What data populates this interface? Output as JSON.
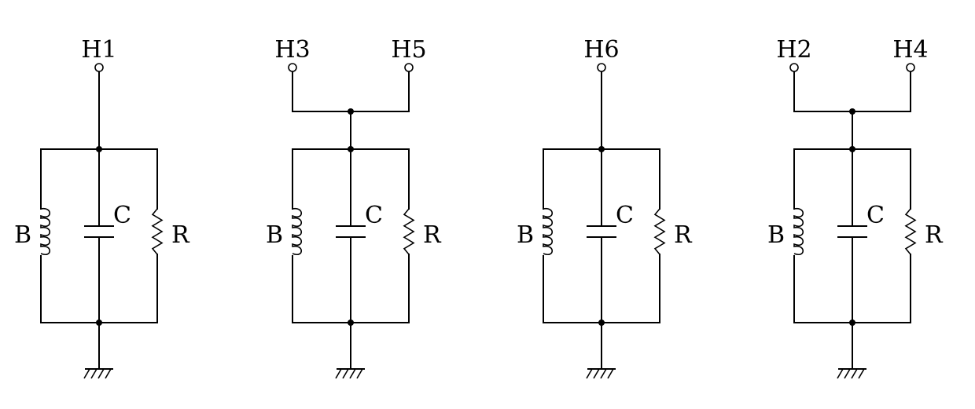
{
  "circuits": [
    {
      "terminals": [
        "H1"
      ],
      "inductor": "B",
      "capacitor": "C",
      "resistor": "R"
    },
    {
      "terminals": [
        "H3",
        "H5"
      ],
      "inductor": "B",
      "capacitor": "C",
      "resistor": "R"
    },
    {
      "terminals": [
        "H6"
      ],
      "inductor": "B",
      "capacitor": "C",
      "resistor": "R"
    },
    {
      "terminals": [
        "H2",
        "H4"
      ],
      "inductor": "B",
      "capacitor": "C",
      "resistor": "R"
    }
  ],
  "colors": {
    "line": "#000000",
    "background": "#ffffff"
  }
}
